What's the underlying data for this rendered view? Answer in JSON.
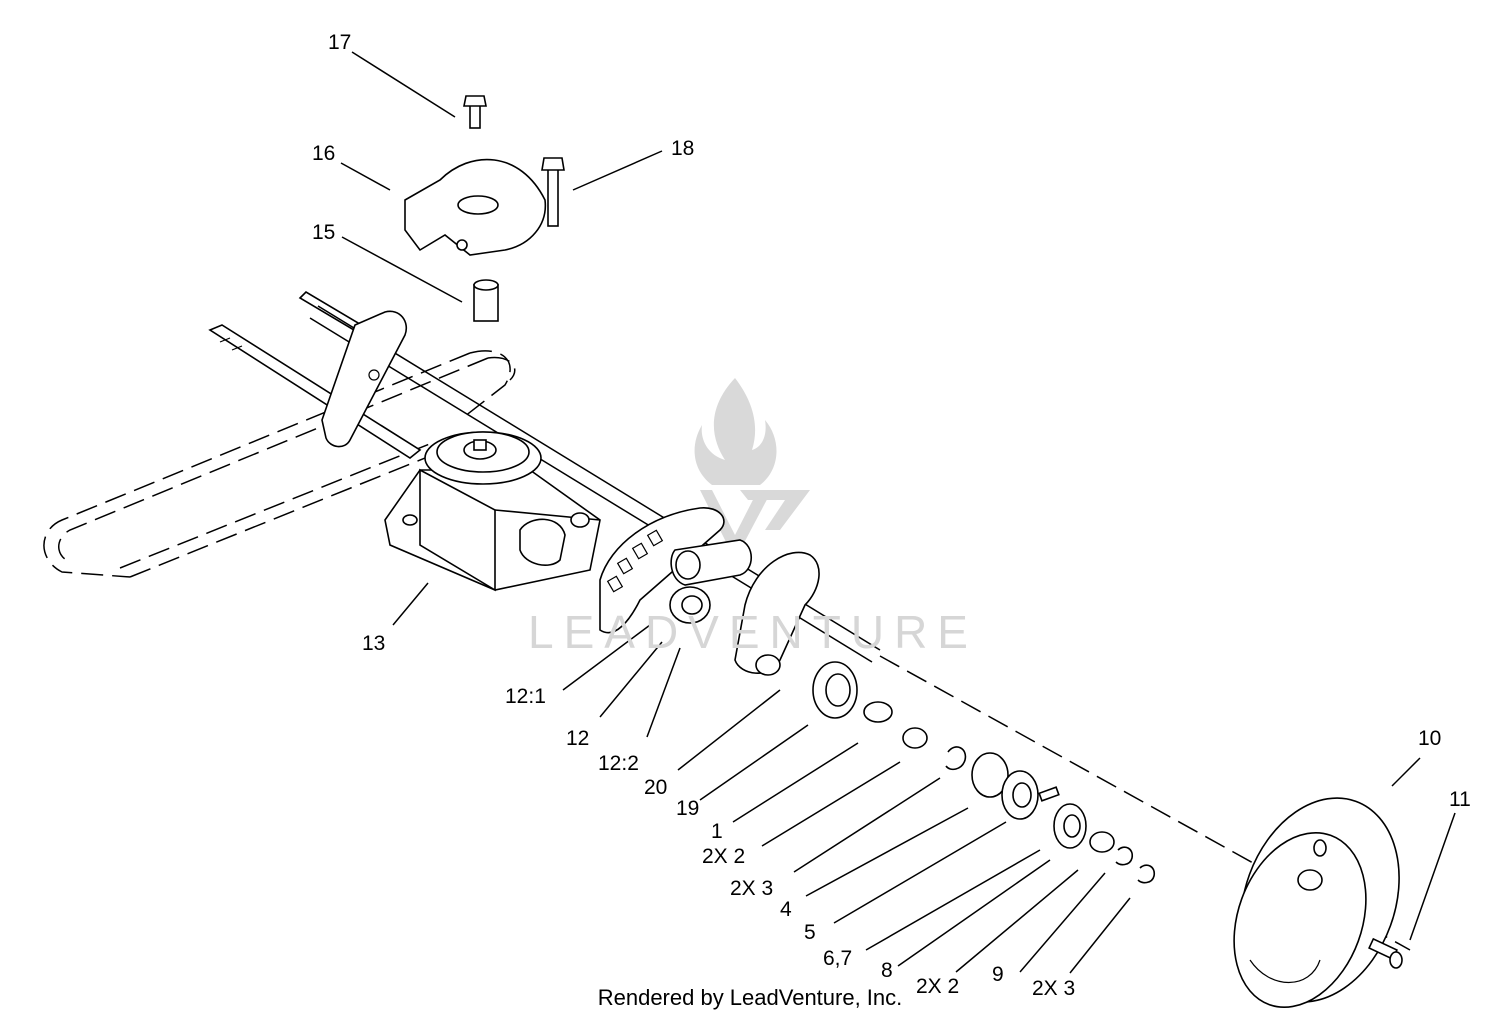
{
  "watermark": {
    "text": "LEADVENTURE",
    "color": "#d6d6d6"
  },
  "credit": "Rendered by LeadVenture, Inc.",
  "callouts": [
    {
      "id": "c17",
      "label": "17"
    },
    {
      "id": "c16",
      "label": "16"
    },
    {
      "id": "c18",
      "label": "18"
    },
    {
      "id": "c15",
      "label": "15"
    },
    {
      "id": "c13",
      "label": "13"
    },
    {
      "id": "c12-1",
      "label": "12:1"
    },
    {
      "id": "c12",
      "label": "12"
    },
    {
      "id": "c12-2",
      "label": "12:2"
    },
    {
      "id": "c20",
      "label": "20"
    },
    {
      "id": "c19",
      "label": "19"
    },
    {
      "id": "c1",
      "label": "1"
    },
    {
      "id": "c2x2a",
      "label": "2X 2"
    },
    {
      "id": "c2x3a",
      "label": "2X 3"
    },
    {
      "id": "c4",
      "label": "4"
    },
    {
      "id": "c5",
      "label": "5"
    },
    {
      "id": "c67",
      "label": "6,7"
    },
    {
      "id": "c8",
      "label": "8"
    },
    {
      "id": "c2x2b",
      "label": "2X 2"
    },
    {
      "id": "c9",
      "label": "9"
    },
    {
      "id": "c2x3b",
      "label": "2X 3"
    },
    {
      "id": "c10",
      "label": "10"
    },
    {
      "id": "c11",
      "label": "11"
    }
  ]
}
